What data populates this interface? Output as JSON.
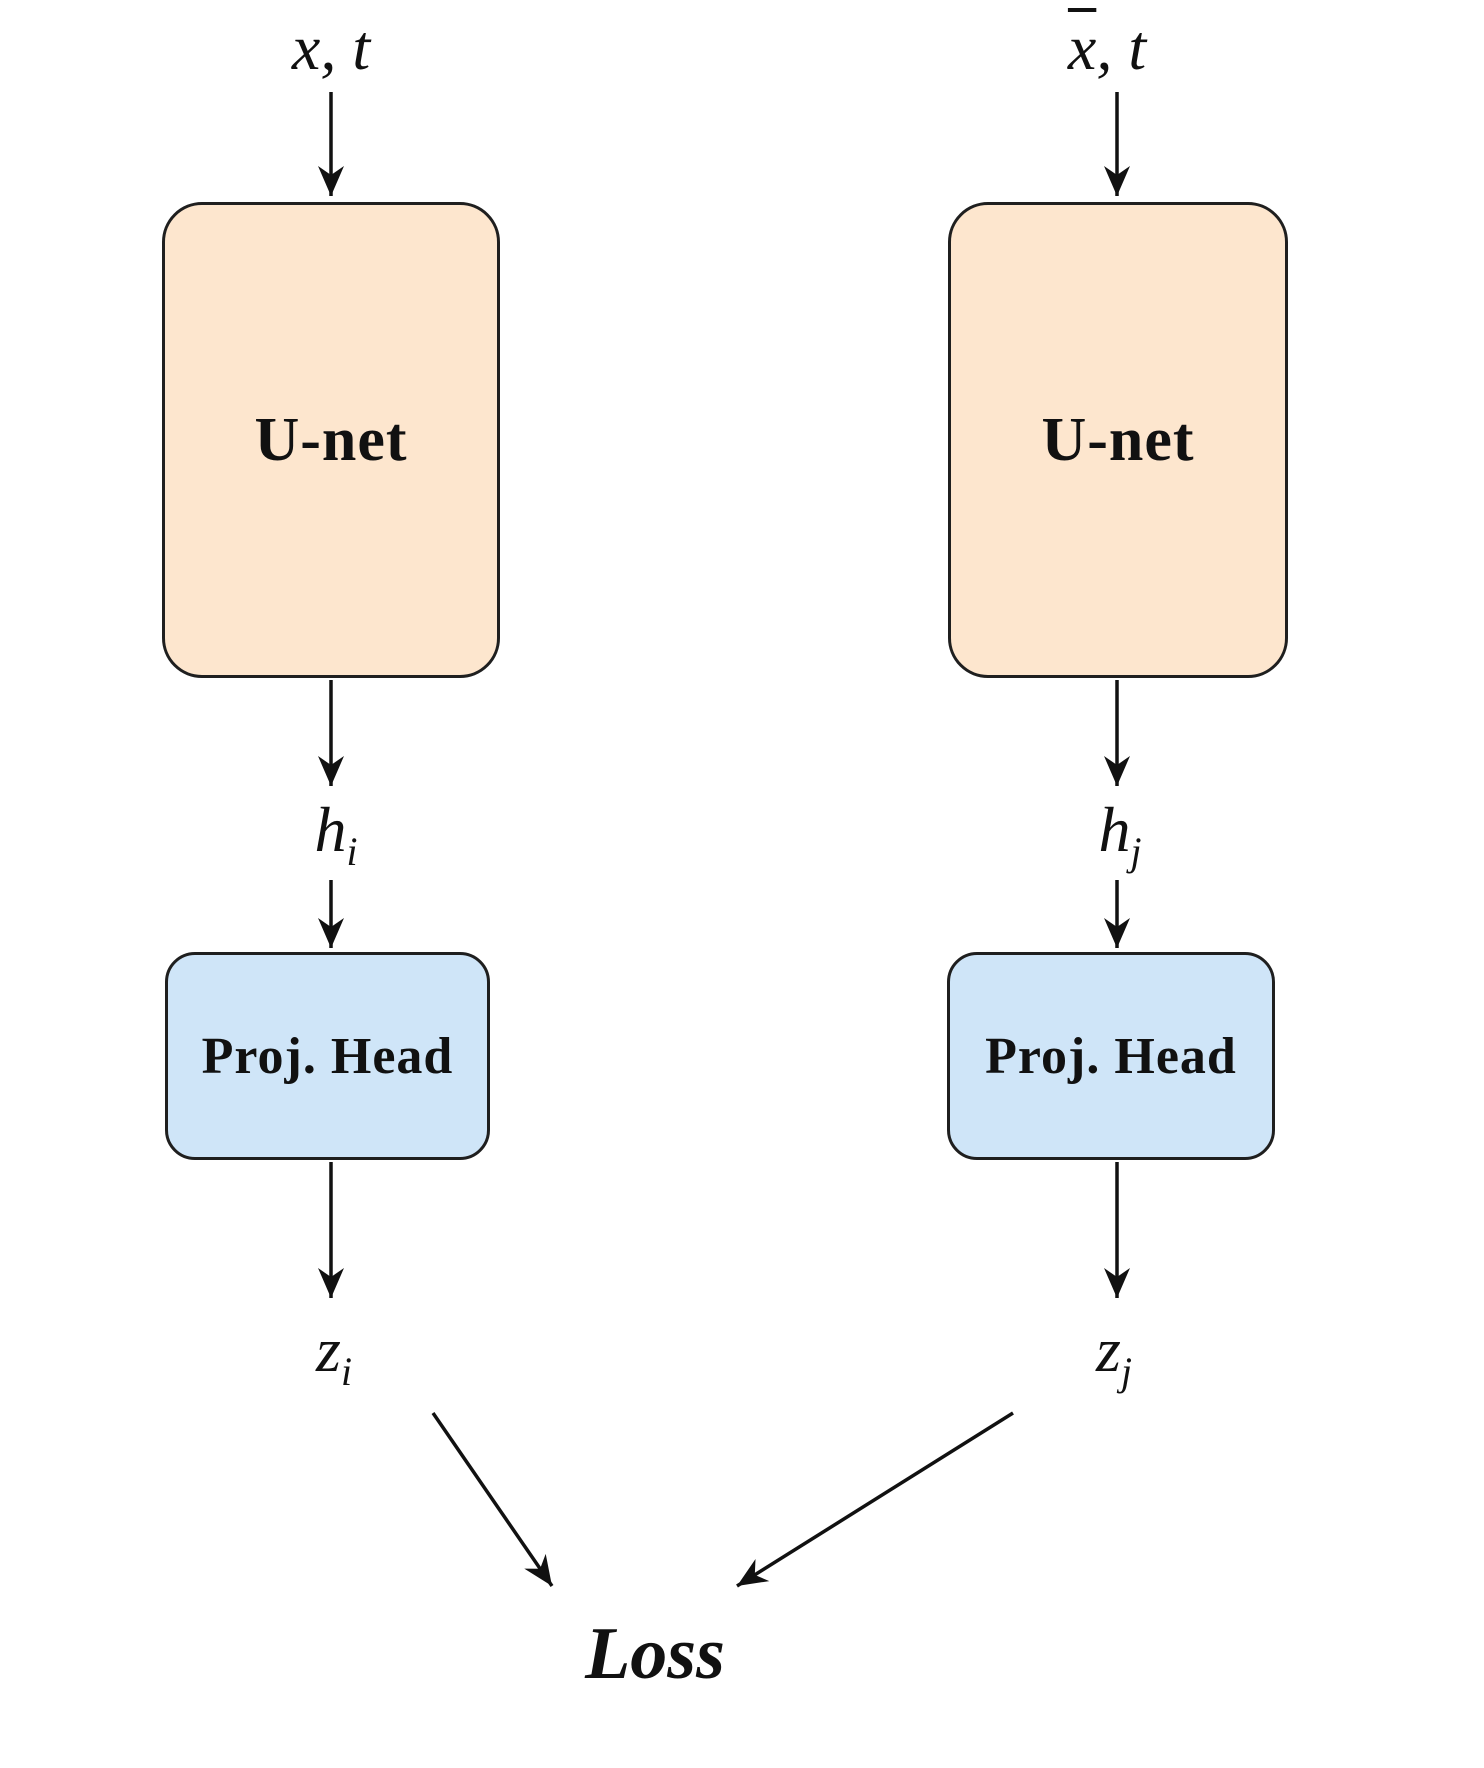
{
  "diagram": {
    "left_branch": {
      "input_label": "x, t",
      "unet_label": "U-net",
      "hidden_label": {
        "base": "h",
        "sub": "i"
      },
      "proj_head_label": "Proj. Head",
      "z_label": {
        "base": "z",
        "sub": "i"
      }
    },
    "right_branch": {
      "input_x": "x",
      "input_rest": ", t",
      "unet_label": "U-net",
      "hidden_label": {
        "base": "h",
        "sub": "j"
      },
      "proj_head_label": "Proj. Head",
      "z_label": {
        "base": "z",
        "sub": "j"
      }
    },
    "loss_label": "Loss",
    "colors": {
      "background": "#ffffff",
      "unet_fill": "#fde6ce",
      "unet_border": "#1f1f1f",
      "proj_fill": "#cfe5f8",
      "arrow": "#111111"
    }
  }
}
